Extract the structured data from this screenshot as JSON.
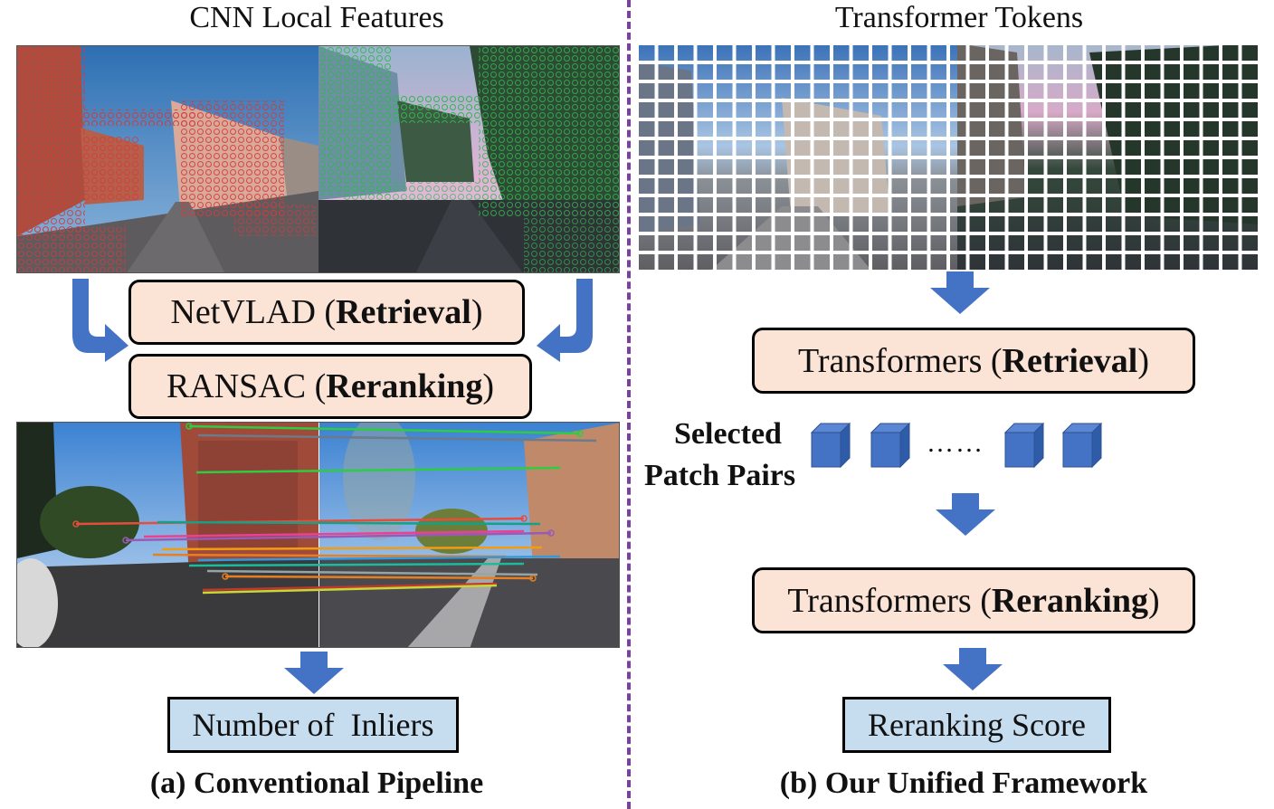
{
  "left": {
    "title": "CNN Local Features",
    "box_retrieval": {
      "name": "NetVLAD",
      "bold": "Retrieval"
    },
    "box_reranking": {
      "name": "RANSAC",
      "bold": "Reranking"
    },
    "result_box": "Number of  Inliers",
    "caption": "(a) Conventional Pipeline"
  },
  "right": {
    "title": "Transformer Tokens",
    "box_retrieval": {
      "name": "Transformers",
      "bold": "Retrieval"
    },
    "selected_label_1": "Selected",
    "selected_label_2": "Patch Pairs",
    "dots": "……",
    "box_reranking": {
      "name": "Transformers",
      "bold": "Reranking"
    },
    "result_box": "Reranking Score",
    "caption": "(b) Our Unified Framework"
  },
  "colors": {
    "arrow": "#4472c4",
    "peach_box": "#fbe3d6",
    "blue_box": "#c6dcef",
    "divider": "#7a3fa0",
    "feature_red": "#d43a3a",
    "feature_green": "#2fb84a"
  }
}
